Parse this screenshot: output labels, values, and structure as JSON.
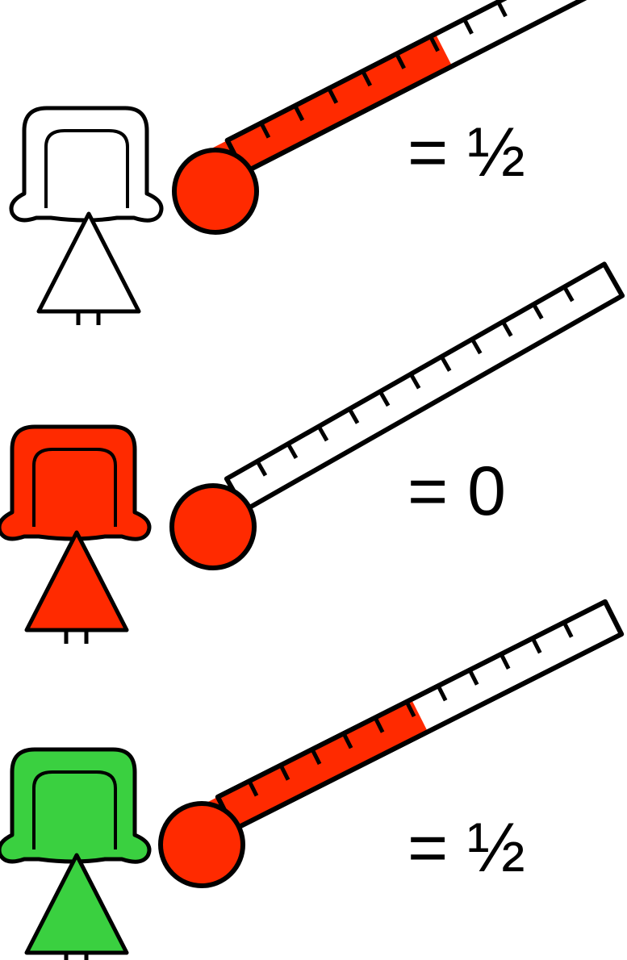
{
  "rows": [
    {
      "figure_color": "#ffffff",
      "fill_fraction": 0.5,
      "equation": "= ½"
    },
    {
      "figure_color": "#ff2a00",
      "fill_fraction": 0.0,
      "equation": "= 0"
    },
    {
      "figure_color": "#3ad040",
      "fill_fraction": 0.5,
      "equation": "= ½"
    }
  ],
  "colors": {
    "mercury": "#ff2a00",
    "outline": "#000000",
    "tube": "#ffffff"
  }
}
